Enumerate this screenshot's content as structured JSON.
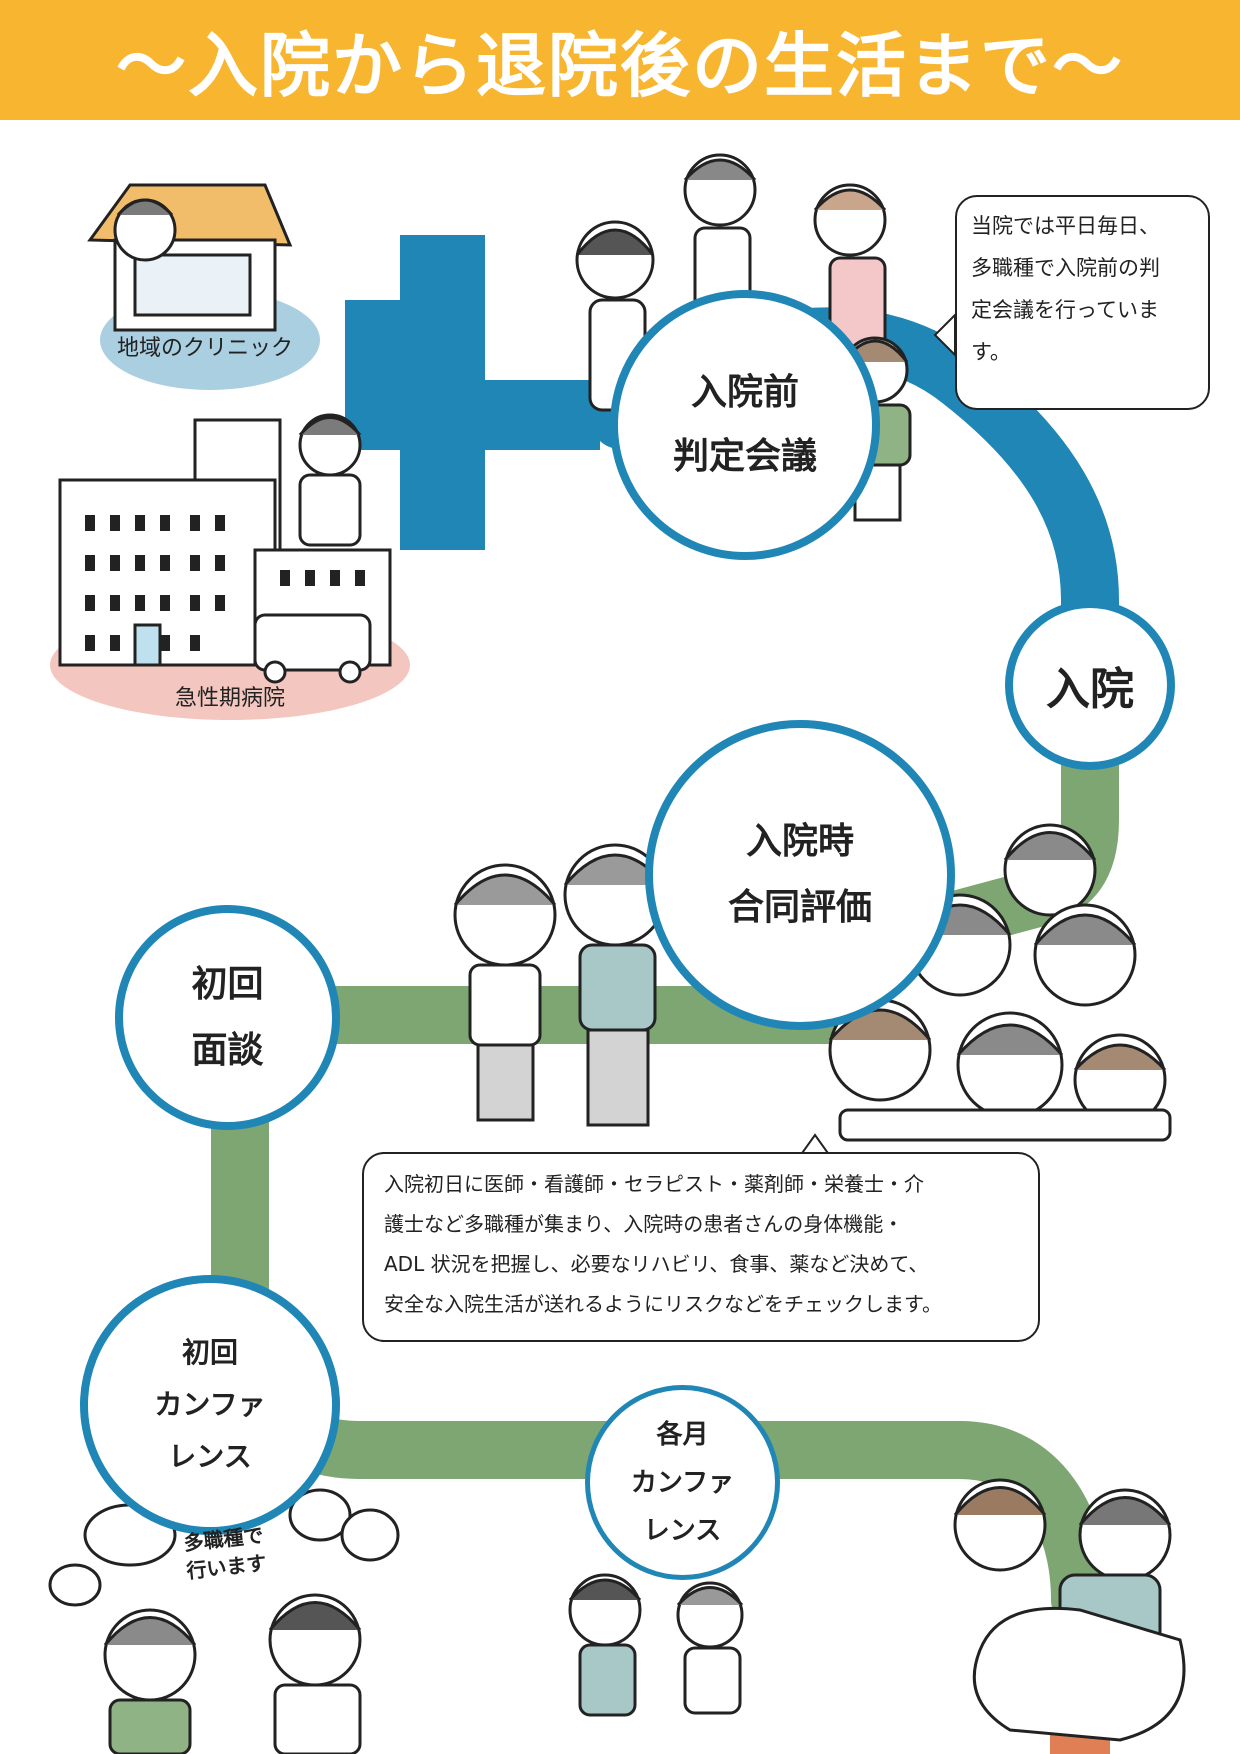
{
  "header": {
    "title": "〜入院から退院後の生活まで〜"
  },
  "colors": {
    "header_bg": "#f8b530",
    "blue_path": "#1f86b6",
    "green_path": "#7da673",
    "bottom_exit": "#e07f56"
  },
  "sources": {
    "clinic_label": "地域のクリニック",
    "hospital_label": "急性期病院"
  },
  "steps": {
    "pre_admission": {
      "line1": "入院前",
      "line2": "判定会議"
    },
    "admission": {
      "label": "入院"
    },
    "joint_eval": {
      "line1": "入院時",
      "line2": "合同評価"
    },
    "first_interview": {
      "line1": "初回",
      "line2": "面談"
    },
    "first_conference": {
      "line1": "初回",
      "line2": "カンファ",
      "line3": "レンス"
    },
    "monthly_conference": {
      "line1": "各月",
      "line2": "カンファ",
      "line3": "レンス"
    }
  },
  "bubbles": {
    "pre_admission_note": [
      "当院では平日毎日、",
      "多職種で入院前の判",
      "定会議を行っていま",
      "す。"
    ],
    "joint_eval_note": [
      "入院初日に医師・看護師・セラピスト・薬剤師・栄養士・介",
      "護士など多職種が集まり、入院時の患者さんの身体機能・",
      "ADL 状況を把握し、必要なリハビリ、食事、薬など決めて、",
      "安全な入院生活が送れるようにリスクなどをチェックします。"
    ]
  },
  "handwritten": {
    "line1": "多職種で",
    "line2": "行います"
  }
}
